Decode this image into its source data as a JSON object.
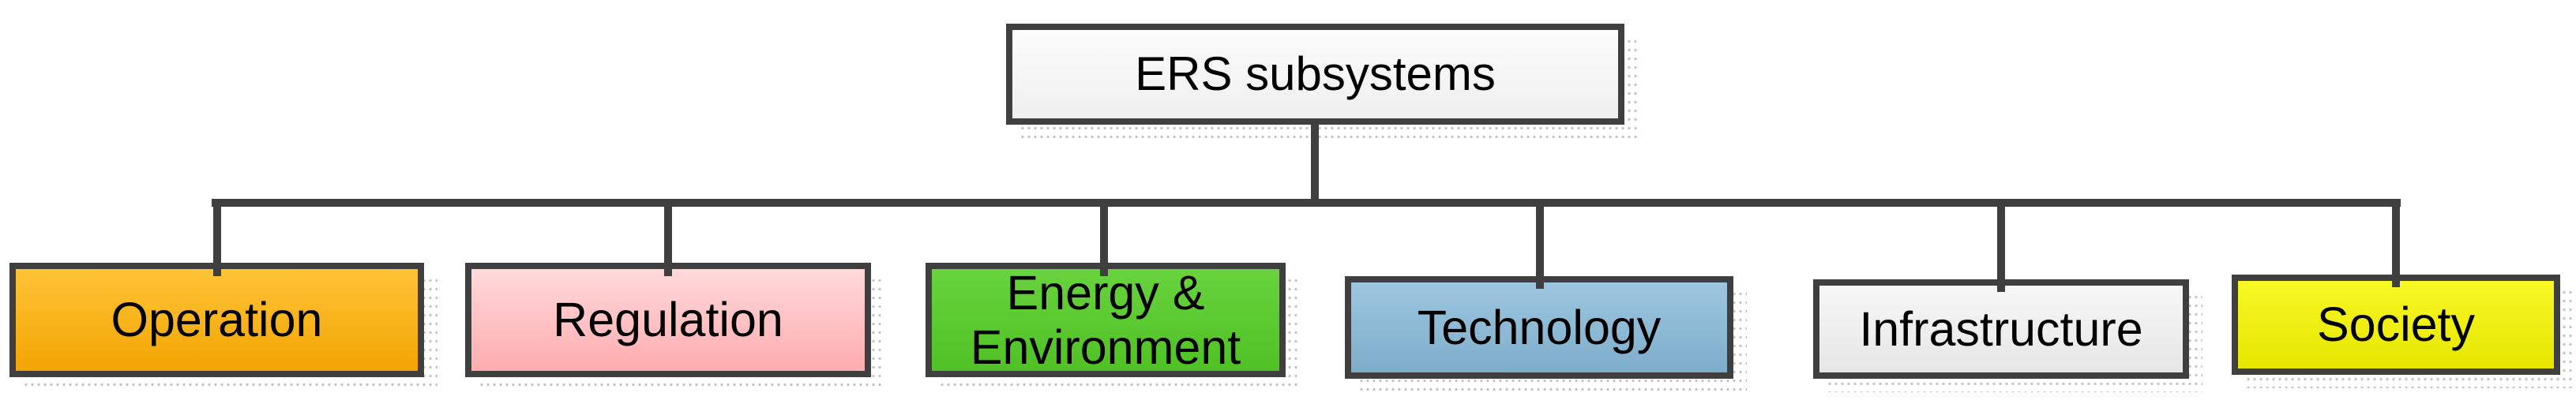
{
  "diagram": {
    "root": {
      "label": "ERS subsystems",
      "fill_top": "#FCFCFC",
      "fill_bottom": "#EFEFEF"
    },
    "children": [
      {
        "label": "Operation",
        "fill_top": "#FFC437",
        "fill_bottom": "#F2A402"
      },
      {
        "label": "Regulation",
        "fill_top": "#FFD9DB",
        "fill_bottom": "#FFACAF"
      },
      {
        "label": "Energy & Environment",
        "fill_top": "#68D33E",
        "fill_bottom": "#50C124"
      },
      {
        "label": "Technology",
        "fill_top": "#9DC6E0",
        "fill_bottom": "#7EADCA"
      },
      {
        "label": "Infrastructure",
        "fill_top": "#F7F7F7",
        "fill_bottom": "#E6E6E6"
      },
      {
        "label": "Society",
        "fill_top": "#F8F826",
        "fill_bottom": "#E6E600"
      }
    ],
    "colors": {
      "border": "#3F3F3F",
      "connector": "#3F3F3F",
      "text": "#000000",
      "background": "#FFFFFF",
      "shadow_dots": "#C6C6C6"
    }
  }
}
